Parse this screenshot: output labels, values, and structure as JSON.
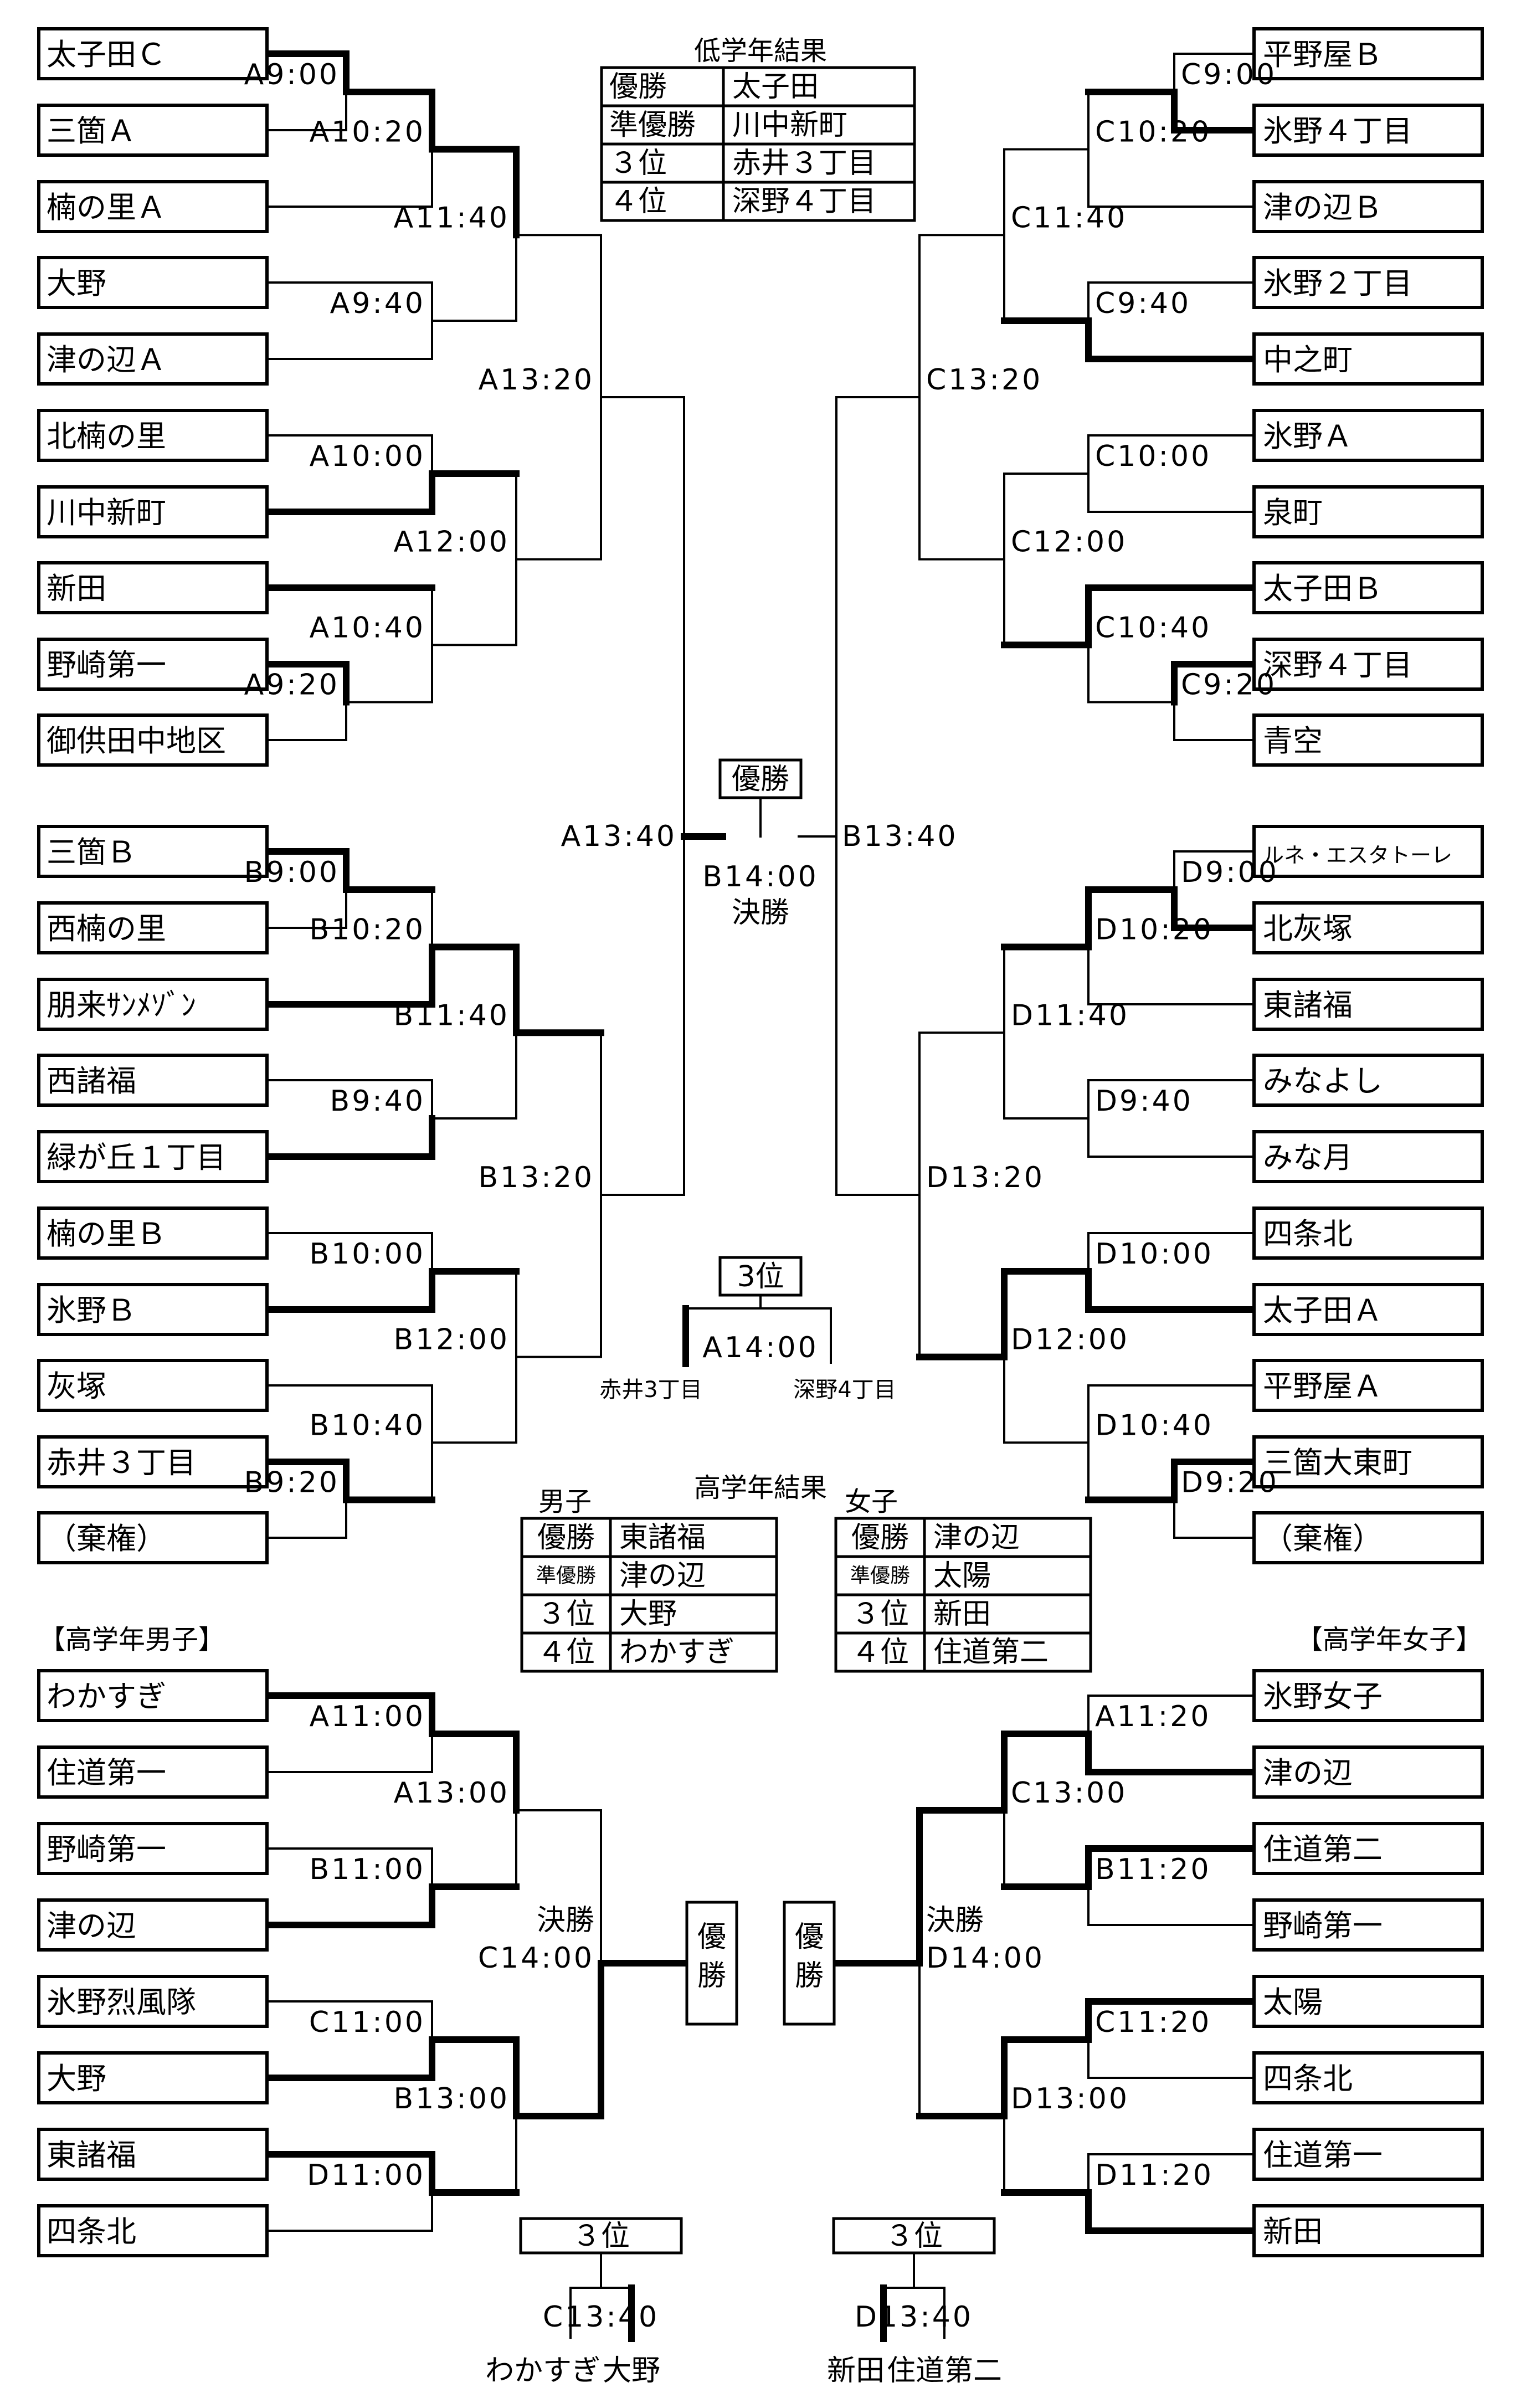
{
  "low": {
    "title": "低学年結果",
    "results": [
      {
        "rank": "優勝",
        "team": "太子田"
      },
      {
        "rank": "準優勝",
        "team": "川中新町"
      },
      {
        "rank": "３位",
        "team": "赤井３丁目"
      },
      {
        "rank": "４位",
        "team": "深野４丁目"
      }
    ],
    "A": {
      "teams": [
        "太子田Ｃ",
        "三箇Ａ",
        "楠の里Ａ",
        "大野",
        "津の辺Ａ",
        "北楠の里",
        "川中新町",
        "新田",
        "野崎第一",
        "御供田中地区"
      ],
      "times": [
        "A9:00",
        "A10:20",
        "A11:40",
        "A9:40",
        "A13:20",
        "A10:00",
        "A12:00",
        "A10:40",
        "A9:20"
      ]
    },
    "B": {
      "teams": [
        "三箇Ｂ",
        "西楠の里",
        "朋来ｻﾝﾒｿﾞﾝ",
        "西諸福",
        "緑が丘１丁目",
        "楠の里Ｂ",
        "氷野Ｂ",
        "灰塚",
        "赤井３丁目",
        "（棄権）"
      ],
      "times": [
        "B9:00",
        "B10:20",
        "B11:40",
        "B9:40",
        "B13:20",
        "B10:00",
        "B12:00",
        "B10:40",
        "B9:20"
      ]
    },
    "C": {
      "teams": [
        "平野屋Ｂ",
        "氷野４丁目",
        "津の辺Ｂ",
        "氷野２丁目",
        "中之町",
        "氷野Ａ",
        "泉町",
        "太子田Ｂ",
        "深野４丁目",
        "青空"
      ],
      "times": [
        "C9:00",
        "C10:20",
        "C11:40",
        "C9:40",
        "C13:20",
        "C10:00",
        "C12:00",
        "C10:40",
        "C9:20"
      ]
    },
    "D": {
      "teams": [
        "ルネ・エスタトーレ",
        "北灰塚",
        "東諸福",
        "みなよし",
        "みな月",
        "四条北",
        "太子田Ａ",
        "平野屋Ａ",
        "三箇大東町",
        "（棄権）"
      ],
      "times": [
        "D9:00",
        "D10:20",
        "D11:40",
        "D9:40",
        "D13:20",
        "D10:00",
        "D12:00",
        "D10:40",
        "D9:20"
      ]
    },
    "semi_left_time": "A13:40",
    "semi_right_time": "B13:40",
    "champion_label": "優勝",
    "final_time": "B14:00",
    "final_label": "決勝",
    "third": {
      "label": "3位",
      "time": "A14:00",
      "left_team": "赤井3丁目",
      "right_team": "深野4丁目"
    }
  },
  "high": {
    "title": "高学年結果",
    "boys_caption": "男子",
    "girls_caption": "女子",
    "boys_results": [
      {
        "rank": "優勝",
        "team": "東諸福"
      },
      {
        "rank": "準優勝",
        "team": "津の辺"
      },
      {
        "rank": "３位",
        "team": "大野"
      },
      {
        "rank": "４位",
        "team": "わかすぎ"
      }
    ],
    "girls_results": [
      {
        "rank": "優勝",
        "team": "津の辺"
      },
      {
        "rank": "準優勝",
        "team": "太陽"
      },
      {
        "rank": "３位",
        "team": "新田"
      },
      {
        "rank": "４位",
        "team": "住道第二"
      }
    ],
    "boys": {
      "heading": "【高学年男子】",
      "teams": [
        "わかすぎ",
        "住道第一",
        "野崎第一",
        "津の辺",
        "氷野烈風隊",
        "大野",
        "東諸福",
        "四条北"
      ],
      "times": [
        "A11:00",
        "A13:00",
        "B11:00",
        "C11:00",
        "B13:00",
        "D11:00"
      ],
      "final_label": "決勝",
      "final_time": "C14:00",
      "champion_label": "優勝",
      "third_label": "３位",
      "third_time": "C13:40",
      "third_left": "わかすぎ",
      "third_right": "大野"
    },
    "girls": {
      "heading": "【高学年女子】",
      "teams": [
        "氷野女子",
        "津の辺",
        "住道第二",
        "野崎第一",
        "太陽",
        "四条北",
        "住道第一",
        "新田"
      ],
      "times": [
        "A11:20",
        "C13:00",
        "B11:20",
        "C11:20",
        "D13:00",
        "D11:20"
      ],
      "final_label": "決勝",
      "final_time": "D14:00",
      "champion_label": "優勝",
      "third_label": "３位",
      "third_time": "D13:40",
      "third_left": "新田",
      "third_right": "住道第二"
    }
  }
}
